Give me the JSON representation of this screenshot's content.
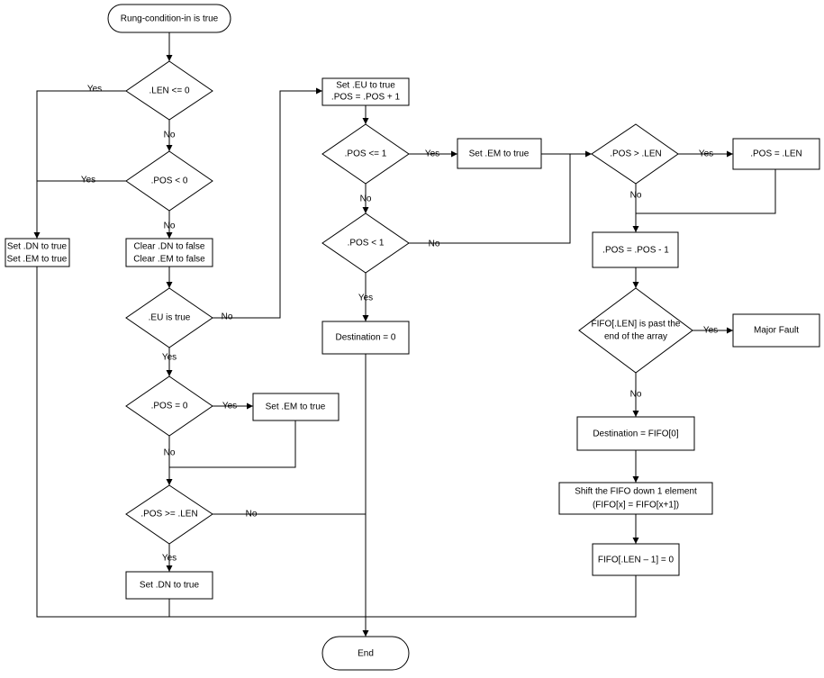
{
  "nodes": {
    "start": "Rung-condition-in is true",
    "d_len_le0": ".LEN <= 0",
    "d_pos_lt0": ".POS < 0",
    "set_dn_em": [
      "Set .DN to true",
      "Set .EM to true"
    ],
    "clear_dn_em": [
      "Clear .DN to false",
      "Clear .EM to false"
    ],
    "d_eu_true": ".EU is true",
    "d_pos_eq0": ".POS = 0",
    "set_em_1": "Set .EM to true",
    "d_pos_ge_len": ".POS >= .LEN",
    "set_dn": "Set .DN to true",
    "set_eu_pos": [
      "Set .EU to true",
      ".POS = .POS + 1"
    ],
    "d_pos_le1": ".POS <= 1",
    "set_em_2": "Set .EM to true",
    "d_pos_lt1": ".POS < 1",
    "dest_zero": "Destination = 0",
    "d_pos_gt_len": ".POS > .LEN",
    "pos_eq_len": ".POS = .LEN",
    "pos_minus1": ".POS = .POS - 1",
    "d_fifo_past": [
      "FIFO[.LEN] is past the",
      "end of the array"
    ],
    "major_fault": "Major Fault",
    "dest_fifo0": "Destination = FIFO[0]",
    "shift_fifo": [
      "Shift the FIFO down 1 element",
      "(FIFO[x] = FIFO[x+1])"
    ],
    "fifo_clear": "FIFO[.LEN – 1] = 0",
    "end": "End"
  },
  "labels": {
    "yes": "Yes",
    "no": "No"
  }
}
